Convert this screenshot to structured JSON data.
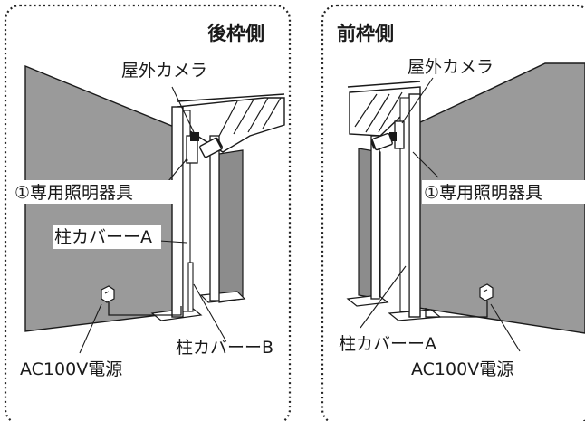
{
  "panels": {
    "rear": {
      "title": "後枠側",
      "camera_label": "屋外カメラ",
      "light_label": "①専用照明器具",
      "cover_a_label": "柱カバーーA",
      "cover_b_label": "柱カバーーB",
      "power_label": "AC100V電源"
    },
    "front": {
      "title": "前枠側",
      "camera_label": "屋外カメラ",
      "light_label": "①専用照明器具",
      "cover_a_label": "柱カバーーA",
      "power_label": "AC100V電源"
    }
  },
  "colors": {
    "wall": "#9a9a9a",
    "wall_dark": "#8a8a8a",
    "line": "#1a1a1a",
    "border": "#222222"
  }
}
